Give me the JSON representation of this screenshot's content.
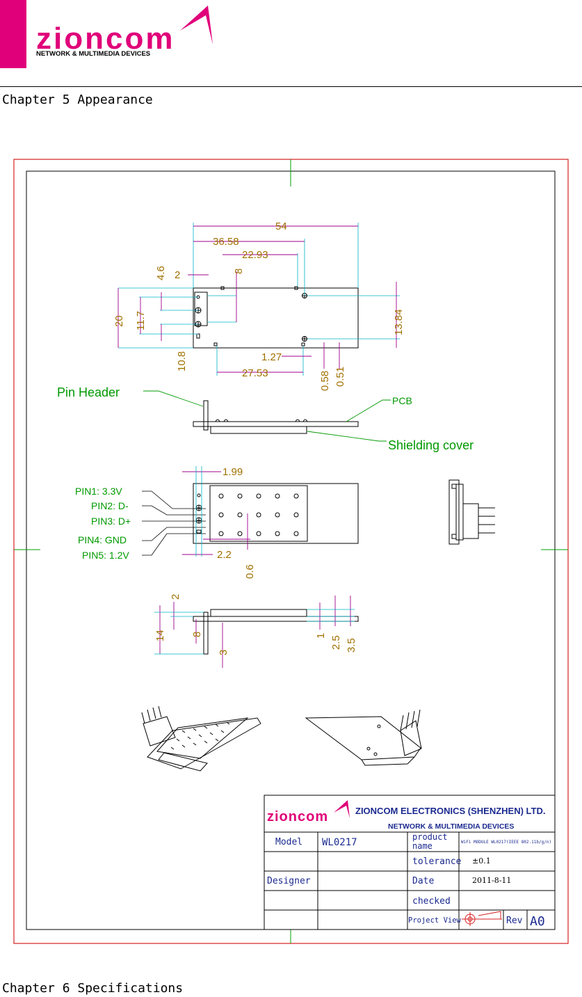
{
  "brand": {
    "logo_text": "zioncom",
    "tagline": "NETWORK & MULTIMEDIA DEVICES",
    "accent": "#e0007a"
  },
  "chapters": {
    "current": "Chapter 5 Appearance",
    "next": "Chapter 6 Specifications"
  },
  "top_view": {
    "dims": [
      "54",
      "36.58",
      "22.93",
      "2",
      "8",
      "4.6",
      "20",
      "11.7",
      "10.8",
      "13.84",
      "1.27",
      "27.53",
      "0.58",
      "0.51"
    ]
  },
  "side_view": {
    "pin_header": "Pin Header",
    "pcb": "PCB",
    "shielding": "Shielding cover"
  },
  "bottom_view": {
    "pins": [
      "PIN1: 3.3V",
      "PIN2: D-",
      "PIN3: D+",
      "PIN4: GND",
      "PIN5: 1.2V"
    ],
    "dims": [
      "1.99",
      "2.2",
      "0.6"
    ]
  },
  "profile_view": {
    "dims": [
      "2",
      "14",
      "8",
      "3",
      "1",
      "2.5",
      "3.5"
    ]
  },
  "title_block": {
    "company": "ZIONCOM ELECTRONICS (SHENZHEN) LTD.",
    "subtitle": "NETWORK & MULTIMEDIA DEVICES",
    "model_label": "Model",
    "model_value": "WL0217",
    "product_name_label_1": "product",
    "product_name_label_2": "name",
    "product_name_value": "WiFi MODULE  WL0217(IEEE 802.11b/g/n)",
    "designer_label": "Designer",
    "tolerance_label": "tolerance",
    "tolerance_value": "±0.1",
    "date_label": "Date",
    "date_value": "2011-8-11",
    "checked_label": "checked",
    "project_view_label": "Project View",
    "rev_label": "Rev",
    "rev_value": "A0"
  },
  "colors": {
    "frame": "#d62020",
    "dimension": "#a0008c",
    "dimension_text": "#a07000",
    "extension": "#00b4c8",
    "annotation": "#009900",
    "outline": "#000000",
    "frame_mark": "#00a000"
  }
}
